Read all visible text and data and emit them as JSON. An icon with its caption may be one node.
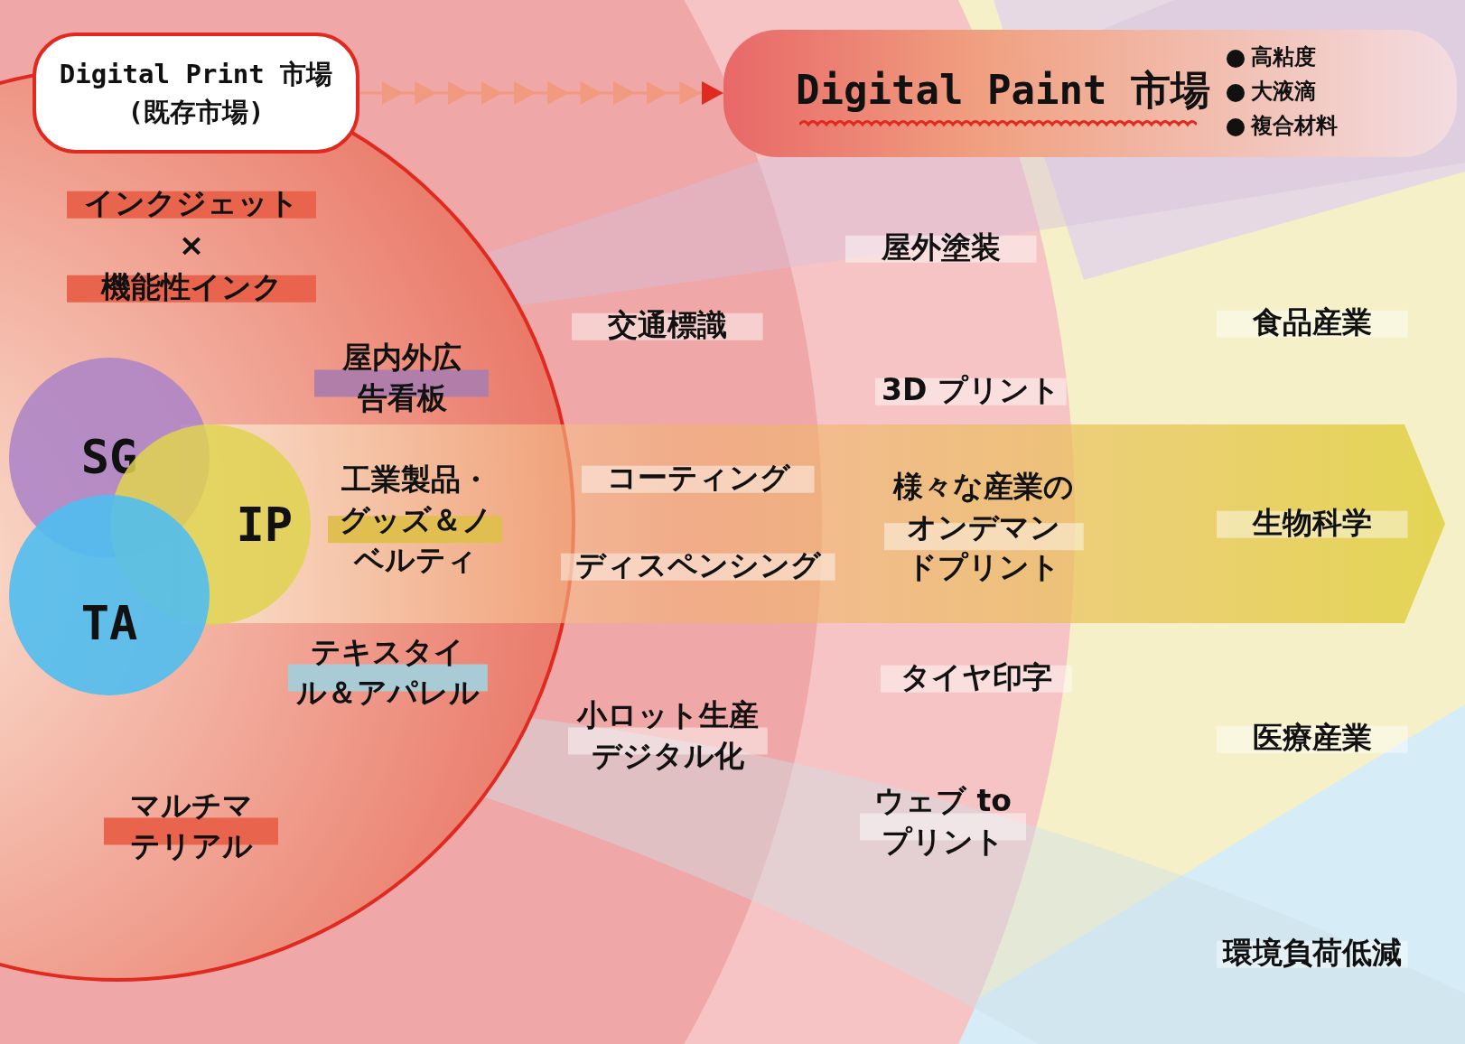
{
  "diagram": {
    "nodes": [
      {
        "text": [
          "Digital Print 市場 (既存市場)"
        ]
      },
      {
        "text": [
          "Digital Paint 市場",
          "高粘度",
          "大液滴",
          "複合材料"
        ]
      },
      {
        "text": [
          "インクジェット"
        ]
      },
      {
        "text": [
          "機能性インク"
        ]
      },
      {
        "text": [
          "SG"
        ]
      },
      {
        "text": [
          "IP"
        ]
      },
      {
        "text": [
          "TA"
        ]
      },
      {
        "text": [
          "屋内外広告看板"
        ]
      },
      {
        "text": [
          "工業製品・グッズ＆ノベルティ"
        ]
      },
      {
        "text": [
          "テキスタイル＆アパレル"
        ]
      },
      {
        "text": [
          "マルチマテリアル"
        ]
      },
      {
        "text": [
          "交通標識"
        ]
      },
      {
        "text": [
          "コーティング"
        ]
      },
      {
        "text": [
          "ディスペンシング"
        ]
      },
      {
        "text": [
          "小ロット生産デジタル化"
        ]
      },
      {
        "text": [
          "屋外塗装"
        ]
      },
      {
        "text": [
          "3D プリント"
        ]
      },
      {
        "text": [
          "様々な産業のオンデマンドプリント"
        ]
      },
      {
        "text": [
          "タイヤ印字"
        ]
      },
      {
        "text": [
          "ウェブ to プリント"
        ]
      },
      {
        "text": [
          "食品産業"
        ]
      },
      {
        "text": [
          "生物科学"
        ]
      },
      {
        "text": [
          "医療産業"
        ]
      },
      {
        "text": [
          "環境負荷低減"
        ]
      }
    ],
    "edges": [
      {
        "from": 0,
        "to": 1,
        "arrow": "to"
      }
    ],
    "labels": [
      "×"
    ]
  }
}
